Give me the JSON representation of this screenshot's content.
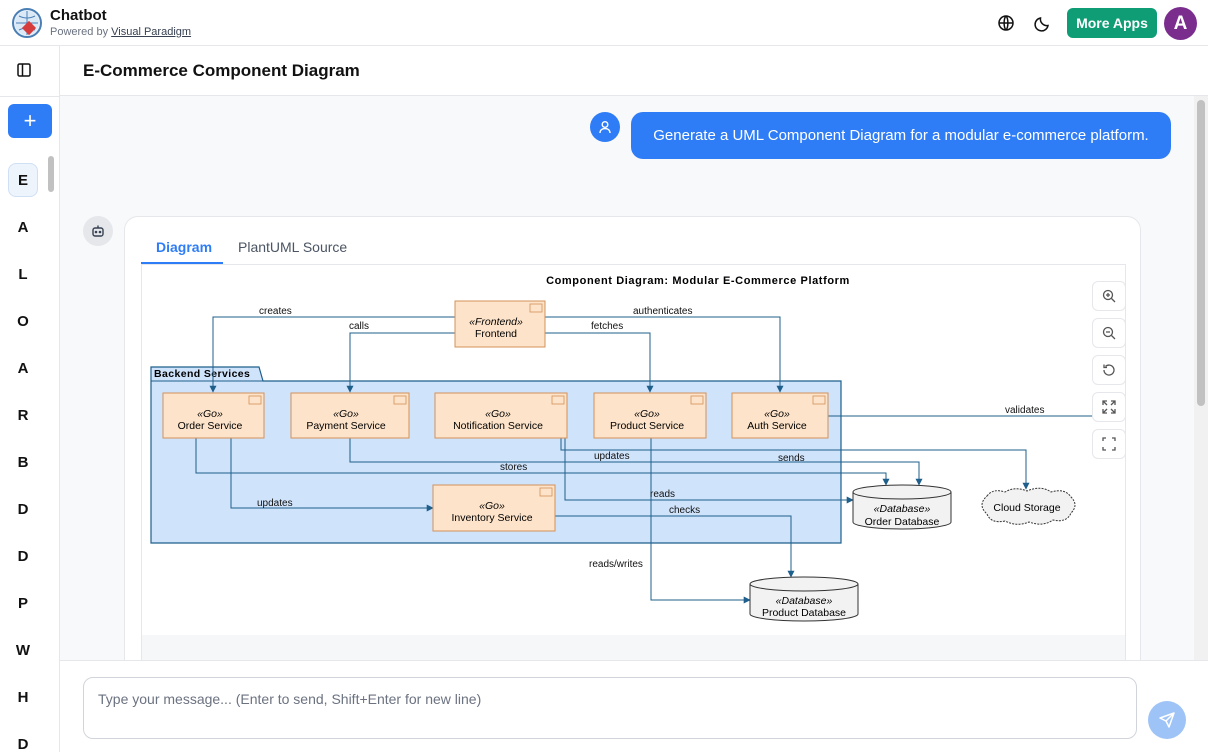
{
  "header": {
    "app_title": "Chatbot",
    "powered_prefix": "Powered by ",
    "powered_link": "Visual Paradigm",
    "more_apps": "More Apps",
    "avatar_letter": "A"
  },
  "sidebar": {
    "new_chat": "+",
    "items": [
      "E",
      "A",
      "L",
      "O",
      "A",
      "R",
      "B",
      "D",
      "D",
      "P",
      "W",
      "H",
      "D"
    ]
  },
  "page": {
    "title": "E-Commerce Component Diagram"
  },
  "chat": {
    "user_message": "Generate a UML Component Diagram for a modular e-commerce platform.",
    "tabs": [
      "Diagram",
      "PlantUML Source"
    ]
  },
  "diagram": {
    "title": "Component Diagram: Modular E-Commerce Platform",
    "package": "Backend Services",
    "frontend": {
      "stereotype": "«Frontend»",
      "name": "Frontend"
    },
    "services": [
      {
        "stereotype": "«Go»",
        "name": "Order Service"
      },
      {
        "stereotype": "«Go»",
        "name": "Payment Service"
      },
      {
        "stereotype": "«Go»",
        "name": "Notification Service"
      },
      {
        "stereotype": "«Go»",
        "name": "Product Service"
      },
      {
        "stereotype": "«Go»",
        "name": "Auth Service"
      },
      {
        "stereotype": "«Go»",
        "name": "Inventory Service"
      }
    ],
    "order_db": {
      "stereotype": "«Database»",
      "name": "Order Database"
    },
    "product_db": {
      "stereotype": "«Database»",
      "name": "Product Database"
    },
    "cloud": "Cloud Storage",
    "labels": {
      "creates": "creates",
      "calls": "calls",
      "fetches": "fetches",
      "authenticates": "authenticates",
      "validates": "validates",
      "stores": "stores",
      "updates_pay": "updates",
      "sends": "sends",
      "reads": "reads",
      "updates_inv": "updates",
      "checks": "checks",
      "reads_writes": "reads/writes"
    }
  },
  "input": {
    "placeholder": "Type your message... (Enter to send, Shift+Enter for new line)"
  },
  "colors": {
    "accent": "#2f7df6",
    "more_apps": "#0f9d76",
    "avatar": "#7b2d8e",
    "package_fill": "#cfe3fb",
    "component_fill": "#fde3c9",
    "component_border": "#d4915a",
    "arrow": "#1f5f8b"
  }
}
